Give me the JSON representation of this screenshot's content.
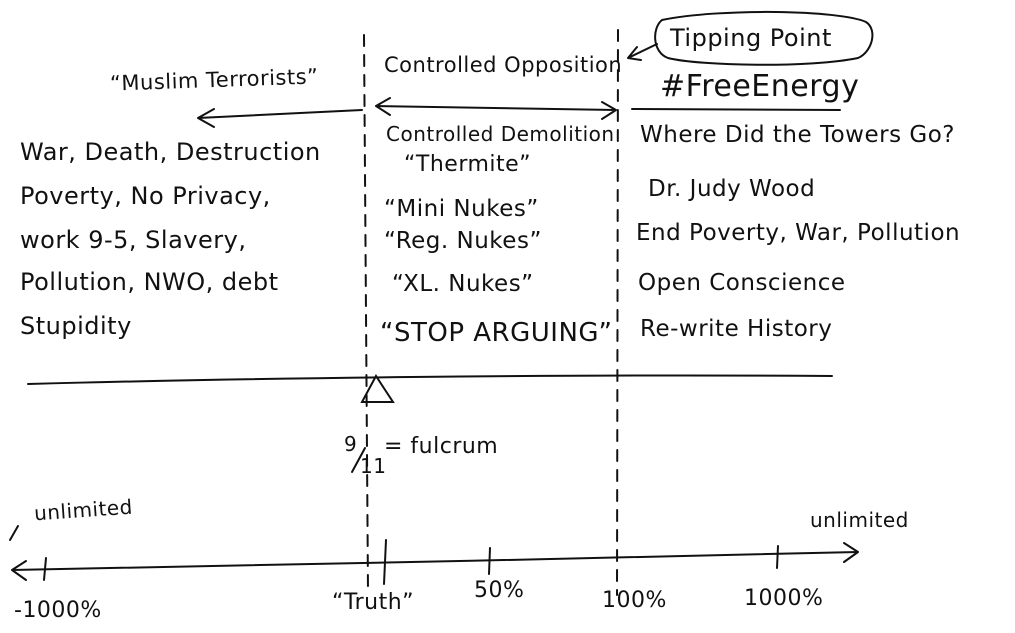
{
  "headers": {
    "muslim_terrorists": "“Muslim Terrorists”",
    "controlled_opposition": "Controlled Opposition",
    "tipping_point": "Tipping Point",
    "free_energy": "#FreeEnergy"
  },
  "left_column": [
    "War, Death, Destruction",
    "Poverty, No Privacy,",
    "work 9-5, Slavery,",
    "Pollution, NWO, debt",
    "Stupidity"
  ],
  "middle_column": [
    "Controlled Demolition",
    "“Thermite”",
    "“Mini Nukes”",
    "“Reg. Nukes”",
    "“XL. Nukes”",
    "“STOP ARGUING”"
  ],
  "right_column": [
    "Where Did the Towers Go?",
    "Dr. Judy Wood",
    "End Poverty, War, Pollution",
    "Open Conscience",
    "Re-write History"
  ],
  "fulcrum": {
    "numerator": "9",
    "denominator": "11",
    "label": "= fulcrum"
  },
  "scale": {
    "left_unlimited": "unlimited",
    "right_unlimited": "unlimited",
    "ticks": [
      "-1000%",
      "“Truth”",
      "50%",
      "100%",
      "1000%"
    ]
  },
  "colors": {
    "ink": "#111111",
    "background": "#ffffff"
  }
}
